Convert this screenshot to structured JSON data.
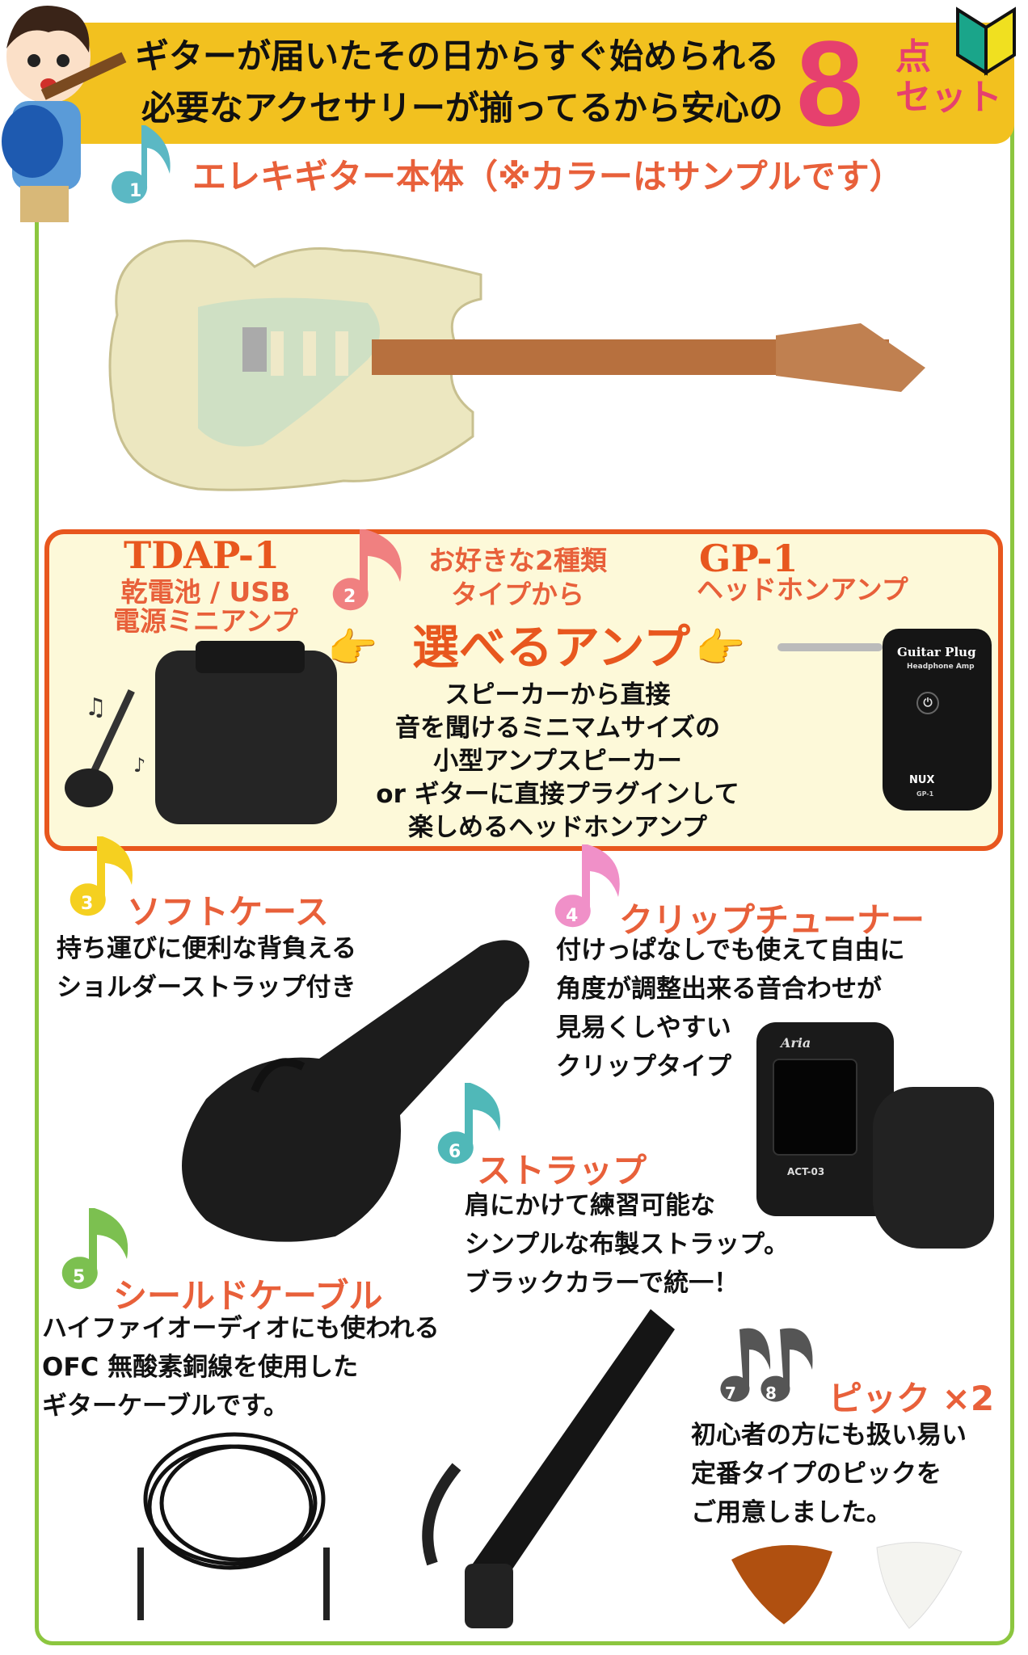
{
  "banner": {
    "line1": "ギターが届いたその日からすぐ始められる",
    "line2": "必要なアクセサリーが揃ってるから安心の",
    "count": "8",
    "unit1": "点",
    "unit2": "セット"
  },
  "sections": {
    "s1": {
      "num": "1",
      "title": "エレキギター本体（※カラーはサンプルです）"
    },
    "s2": {
      "num": "2",
      "left_model": "TDAP-1",
      "left_desc1": "乾電池 / USB",
      "left_desc2": "電源ミニアンプ",
      "middle1": "お好きな2種類",
      "middle2": "タイプから",
      "right_model": "GP-1",
      "right_desc": "ヘッドホンアンプ",
      "headline": "選べるアンプ",
      "body": [
        "スピーカーから直接",
        "音を聞けるミニマムサイズの",
        "小型アンプスピーカー",
        "or ギターに直接プラグインして",
        "楽しめるヘッドホンアンプ"
      ],
      "plug_brand": "Guitar Plug",
      "plug_sub": "Headphone Amp",
      "plug_maker": "NUX",
      "plug_model": "GP-1"
    },
    "s3": {
      "num": "3",
      "title": "ソフトケース",
      "desc": [
        "持ち運びに便利な背負える",
        "ショルダーストラップ付き"
      ]
    },
    "s4": {
      "num": "4",
      "title": "クリップチューナー",
      "desc": [
        "付けっぱなしでも使えて自由に",
        "角度が調整出来る音合わせが",
        "見易くしやすい",
        "クリップタイプ"
      ],
      "tuner_brand": "Aria",
      "tuner_model": "ACT-03"
    },
    "s5": {
      "num": "5",
      "title": "シールドケーブル",
      "desc": [
        "ハイファイオーディオにも使われる",
        "OFC 無酸素銅線を使用した",
        "ギターケーブルです。"
      ]
    },
    "s6": {
      "num": "6",
      "title": "ストラップ",
      "desc": [
        "肩にかけて練習可能な",
        "シンプルな布製ストラップ。",
        "ブラックカラーで統一！"
      ]
    },
    "s78": {
      "num1": "7",
      "num2": "8",
      "title": "ピック ×2",
      "desc": [
        "初心者の方にも扱い易い",
        "定番タイプのピックを",
        "ご用意しました。"
      ]
    }
  },
  "colors": {
    "frame": "#8cc63f",
    "banner": "#f2c11f",
    "accent": "#e8603a",
    "eight": "#e6406e",
    "amp_border": "#e8571e",
    "amp_bg": "#fdf9d9",
    "note1": "#5bb8c4",
    "note2": "#f08080",
    "note3": "#f5d020",
    "note4": "#f090c8",
    "note5": "#7cc050",
    "note6": "#50b8b8",
    "note78": "#555555"
  }
}
